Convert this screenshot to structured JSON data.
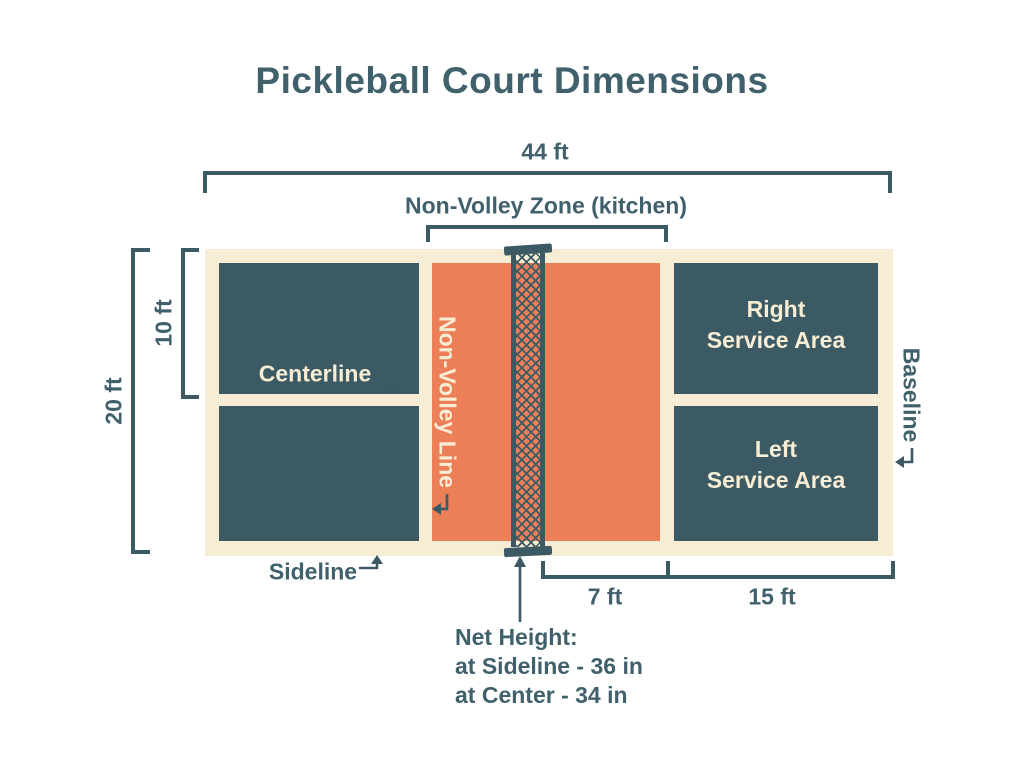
{
  "title": "Pickleball Court Dimensions",
  "colors": {
    "teal": "#3b5a64",
    "text_teal": "#40616c",
    "cream": "#f7ecd4",
    "orange": "#ec7e58",
    "background": "#ffffff"
  },
  "dimensions": {
    "court_length": "44 ft",
    "court_width": "20 ft",
    "half_width": "10 ft",
    "nvz_depth": "7 ft",
    "service_area_depth": "15 ft"
  },
  "labels": {
    "non_volley_zone": "Non-Volley Zone (kitchen)",
    "centerline": "Centerline",
    "non_volley_line": "Non-Volley Line",
    "right_service_area_line1": "Right",
    "right_service_area_line2": "Service Area",
    "left_service_area_line1": "Left",
    "left_service_area_line2": "Service Area",
    "baseline": "Baseline",
    "sideline": "Sideline"
  },
  "net": {
    "heading": "Net Height:",
    "at_sideline": "at Sideline - 36 in",
    "at_center": "at Center - 34 in"
  }
}
